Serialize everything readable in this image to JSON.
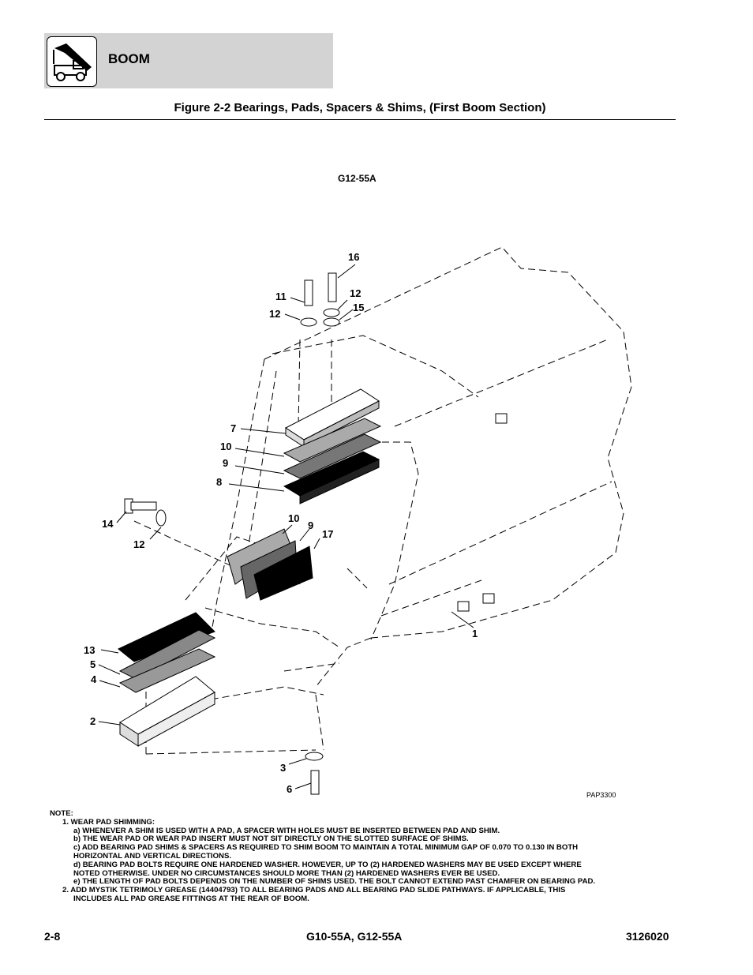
{
  "header": {
    "section_title": "BOOM"
  },
  "figure": {
    "title": "Figure 2-2 Bearings, Pads, Spacers & Shims, (First Boom Section)",
    "model_label": "G12-55A",
    "drawing_code": "PAP3300",
    "callouts": {
      "c1": "1",
      "c2": "2",
      "c3": "3",
      "c4": "4",
      "c5": "5",
      "c6": "6",
      "c7": "7",
      "c8": "8",
      "c9a": "9",
      "c9b": "9",
      "c10a": "10",
      "c10b": "10",
      "c11": "11",
      "c12a": "12",
      "c12b": "12",
      "c12c": "12",
      "c13": "13",
      "c14": "14",
      "c15": "15",
      "c16": "16",
      "c17": "17"
    }
  },
  "notes": {
    "heading": "NOTE:",
    "lines": [
      "1. WEAR PAD SHIMMING:",
      "a) WHENEVER A SHIM IS USED WITH A PAD, A SPACER WITH HOLES MUST BE INSERTED BETWEEN PAD AND SHIM.",
      "b) THE WEAR PAD OR WEAR PAD INSERT MUST NOT SIT DIRECTLY ON THE SLOTTED SURFACE OF SHIMS.",
      "c) ADD BEARING PAD SHIMS & SPACERS AS REQUIRED TO SHIM BOOM TO MAINTAIN A TOTAL MINIMUM GAP OF 0.070 TO 0.130 IN BOTH",
      "HORIZONTAL AND VERTICAL DIRECTIONS.",
      "d) BEARING PAD BOLTS REQUIRE ONE HARDENED WASHER. HOWEVER, UP TO (2) HARDENED WASHERS MAY BE USED EXCEPT WHERE",
      "NOTED OTHERWISE. UNDER NO CIRCUMSTANCES SHOULD MORE THAN (2) HARDENED WASHERS EVER BE USED.",
      "e) THE LENGTH OF PAD BOLTS DEPENDS ON THE NUMBER OF SHIMS USED. THE BOLT CANNOT EXTEND PAST CHAMFER ON BEARING PAD.",
      "2. ADD MYSTIK TETRIMOLY GREASE (14404793) TO ALL BEARING PADS AND ALL BEARING PAD SLIDE PATHWAYS. IF APPLICABLE, THIS",
      "INCLUDES ALL PAD GREASE FITTINGS AT THE REAR OF BOOM."
    ]
  },
  "footer": {
    "page_number": "2-8",
    "models": "G10-55A, G12-55A",
    "manual_number": "3126020"
  }
}
